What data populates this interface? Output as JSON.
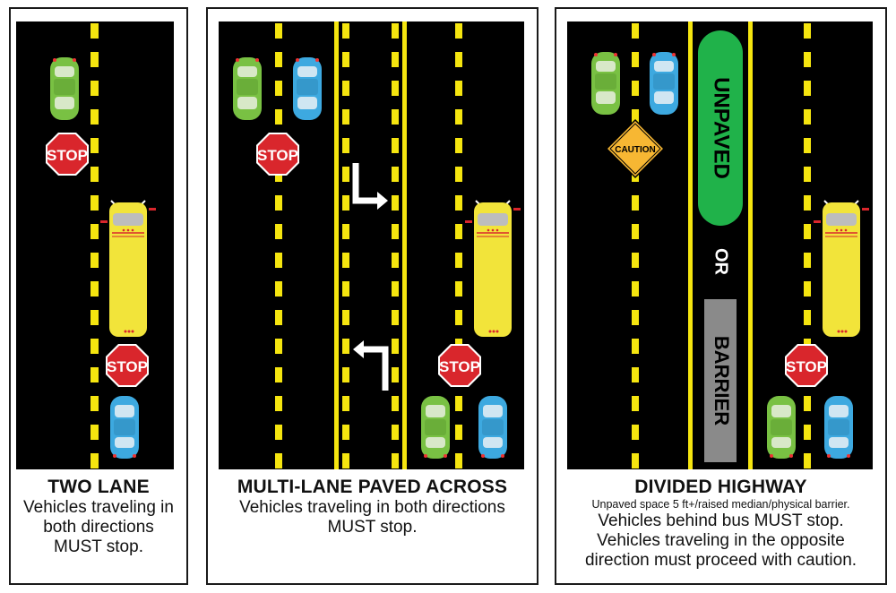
{
  "panels": [
    {
      "title": "TWO LANE",
      "description_lines": [
        "Vehicles traveling in",
        "both directions",
        "MUST stop."
      ]
    },
    {
      "title": "MULTI-LANE PAVED ACROSS",
      "description_lines": [
        "Vehicles traveling in both directions",
        "MUST stop."
      ]
    },
    {
      "title": "DIVIDED HIGHWAY",
      "subtitle": "Unpaved space 5 ft+/raised median/physical barrier.",
      "description_lines": [
        "Vehicles behind bus MUST stop.",
        "Vehicles traveling in the opposite",
        "direction must proceed with caution."
      ]
    }
  ],
  "signs": {
    "stop": "STOP",
    "caution": "CAUTION"
  },
  "median": {
    "unpaved": "UNPAVED",
    "or": "OR",
    "barrier": "BARRIER"
  },
  "colors": {
    "road": "#000000",
    "lane_yellow": "#f5e50f",
    "bus_yellow": "#f2e43a",
    "car_green": "#79c143",
    "car_blue": "#3da9e0",
    "stop_red": "#d9262c",
    "caution_yellow": "#f7b733",
    "median_green": "#20b24a",
    "barrier_gray": "#8a8a8a"
  },
  "icons": [
    "car-icon",
    "school-bus-icon",
    "stop-sign-icon",
    "caution-sign-icon",
    "turn-arrow-icon"
  ]
}
